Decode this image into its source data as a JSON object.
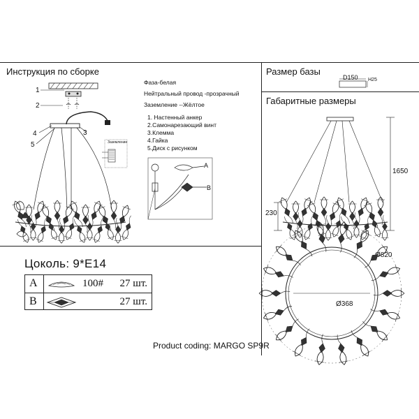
{
  "sheet": {
    "left_title": "Инструкция по сборке",
    "base_title": "Размер базы",
    "dims_title": "Габаритные размеры",
    "wiring_legend": [
      "Фаза-белая",
      "Нейтральный провод -прозрачный",
      "Заземление --Жёлтое"
    ],
    "parts_list": [
      "1. Настенный анкер",
      "2.Самонарезающий винт",
      "3.Клемма",
      "4.Гайка",
      "5.Диск с рисунком"
    ],
    "assembly_callouts": [
      "1",
      "2",
      "3",
      "4",
      "5"
    ],
    "detail_callouts": [
      "A",
      "B"
    ],
    "grounding_label": "Заземление"
  },
  "base_size": {
    "diameter": "D150",
    "height": "H25"
  },
  "dimensions": {
    "height_total": "1650",
    "height_body": "230",
    "diameter_outer": "Ø820",
    "diameter_inner": "Ø368"
  },
  "socle": {
    "label": "Цоколь:",
    "value": "9*E14"
  },
  "components": [
    {
      "letter": "A",
      "type": "100#",
      "qty": "27 шт."
    },
    {
      "letter": "B",
      "type": "",
      "qty": "27 шт."
    }
  ],
  "product_coding": "Product coding: MARGO SP9R"
}
